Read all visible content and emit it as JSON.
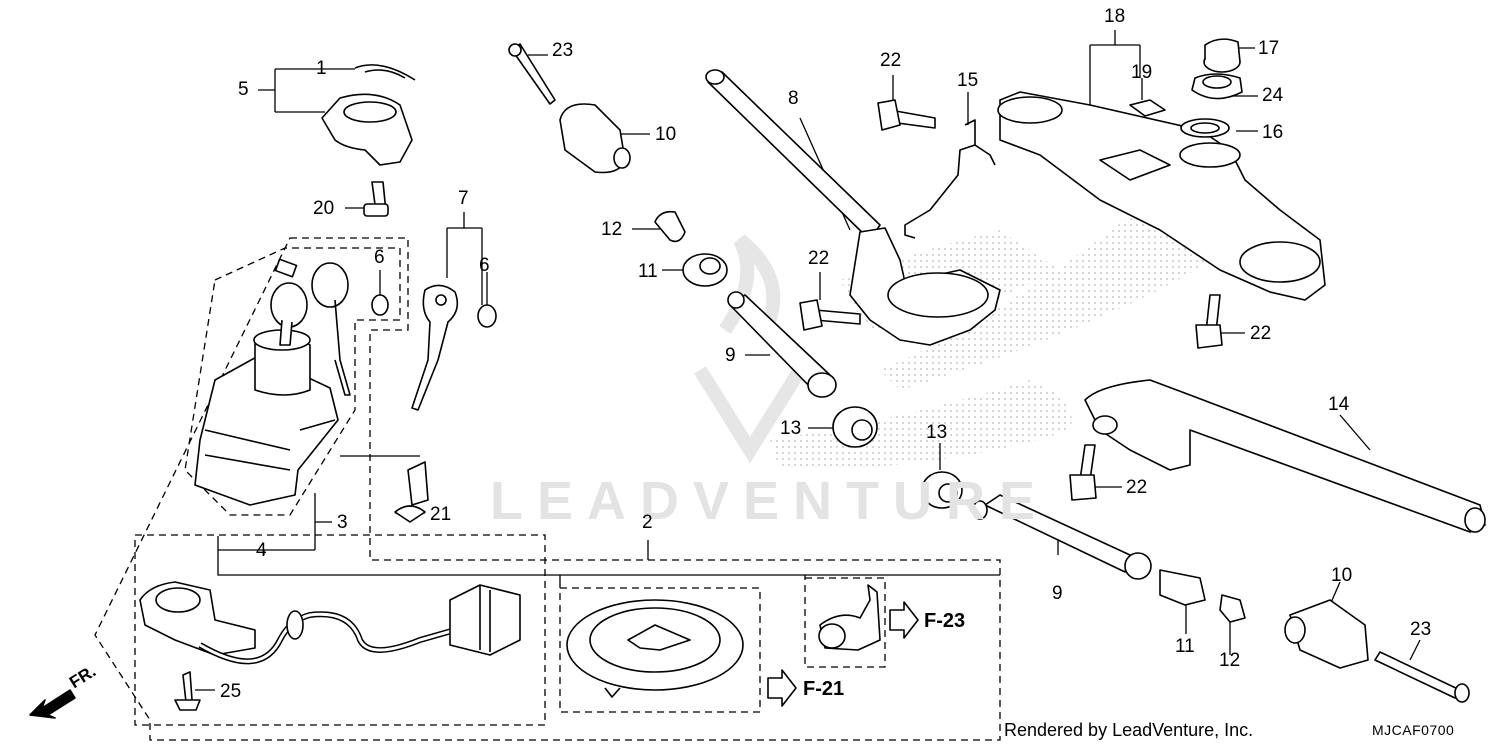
{
  "watermark": "LEADVENTURE",
  "callouts": [
    {
      "id": "c1",
      "text": "1"
    },
    {
      "id": "c2",
      "text": "5"
    },
    {
      "id": "c3",
      "text": "20"
    },
    {
      "id": "c4",
      "text": "7"
    },
    {
      "id": "c5",
      "text": "6"
    },
    {
      "id": "c6",
      "text": "6"
    },
    {
      "id": "c7",
      "text": "3"
    },
    {
      "id": "c8",
      "text": "4"
    },
    {
      "id": "c9",
      "text": "21"
    },
    {
      "id": "c10",
      "text": "25"
    },
    {
      "id": "c11",
      "text": "2"
    },
    {
      "id": "c12",
      "text": "23"
    },
    {
      "id": "c13",
      "text": "10"
    },
    {
      "id": "c14",
      "text": "12"
    },
    {
      "id": "c15",
      "text": "11"
    },
    {
      "id": "c16",
      "text": "9"
    },
    {
      "id": "c17",
      "text": "13"
    },
    {
      "id": "c18",
      "text": "8"
    },
    {
      "id": "c19",
      "text": "22"
    },
    {
      "id": "c20",
      "text": "22"
    },
    {
      "id": "c21",
      "text": "15"
    },
    {
      "id": "c22",
      "text": "18"
    },
    {
      "id": "c23",
      "text": "19"
    },
    {
      "id": "c24",
      "text": "17"
    },
    {
      "id": "c25",
      "text": "24"
    },
    {
      "id": "c26",
      "text": "16"
    },
    {
      "id": "c27",
      "text": "22"
    },
    {
      "id": "c28",
      "text": "14"
    },
    {
      "id": "c29",
      "text": "13"
    },
    {
      "id": "c30",
      "text": "22"
    },
    {
      "id": "c31",
      "text": "9"
    },
    {
      "id": "c32",
      "text": "11"
    },
    {
      "id": "c33",
      "text": "12"
    },
    {
      "id": "c34",
      "text": "10"
    },
    {
      "id": "c35",
      "text": "23"
    }
  ],
  "references": {
    "f21": "F-21",
    "f23": "F-23"
  },
  "direction_label": "FR.",
  "footer": {
    "credit": "Rendered by LeadVenture, Inc.",
    "code": "MJCAF0700"
  }
}
